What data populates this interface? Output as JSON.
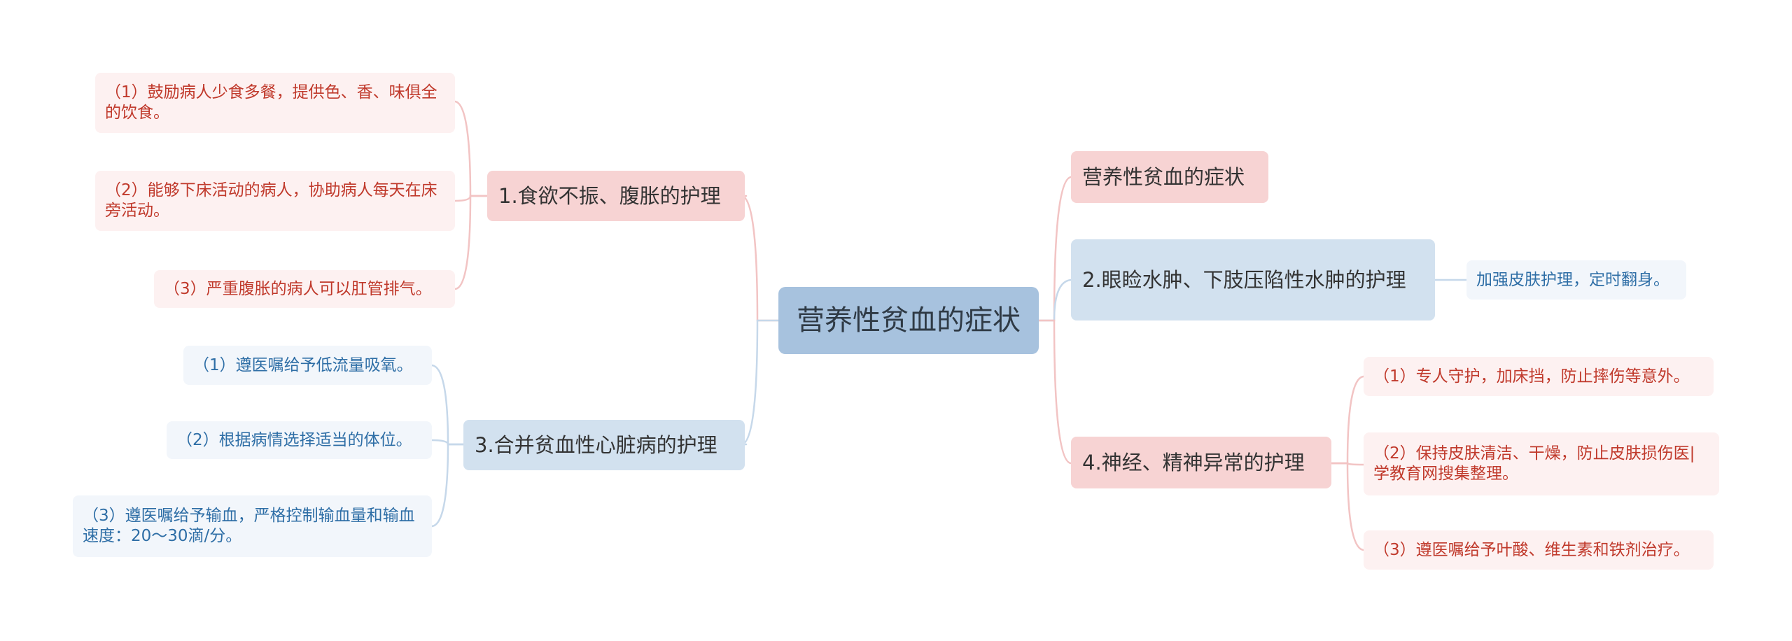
{
  "colors": {
    "root_fill": "#a7c2de",
    "pink_branch_fill": "#f7d3d3",
    "blue_branch_fill": "#d2e1ef",
    "pink_leaf_fill": "#fdf1f1",
    "blue_leaf_fill": "#f2f6fb",
    "pink_text": "#c0392b",
    "blue_text": "#2e6ea6",
    "pink_line": "#f2c4c4",
    "blue_line": "#c6d8ea"
  },
  "root": {
    "label": "营养性贫血的症状"
  },
  "left": [
    {
      "label": "1.食欲不振、腹胀的护理",
      "leaves": [
        "（1）鼓励病人少食多餐，提供色、香、味俱全的饮食。",
        "（2）能够下床活动的病人，协助病人每天在床旁活动。",
        "（3）严重腹胀的病人可以肛管排气。"
      ]
    },
    {
      "label": "3.合并贫血性心脏病的护理",
      "leaves": [
        "（1）遵医嘱给予低流量吸氧。",
        "（2）根据病情选择适当的体位。",
        "（3）遵医嘱给予输血，严格控制输血量和输血速度：20～30滴/分。"
      ]
    }
  ],
  "right": [
    {
      "label": "营养性贫血的症状",
      "leaves": []
    },
    {
      "label": "2.眼睑水肿、下肢压陷性水肿的护理",
      "leaves": [
        "加强皮肤护理，定时翻身。"
      ]
    },
    {
      "label": "4.神经、精神异常的护理",
      "leaves": [
        "（1）专人守护，加床挡，防止摔伤等意外。",
        "（2）保持皮肤清洁、干燥，防止皮肤损伤医|学教育网搜集整理。",
        "（3）遵医嘱给予叶酸、维生素和铁剂治疗。"
      ]
    }
  ]
}
